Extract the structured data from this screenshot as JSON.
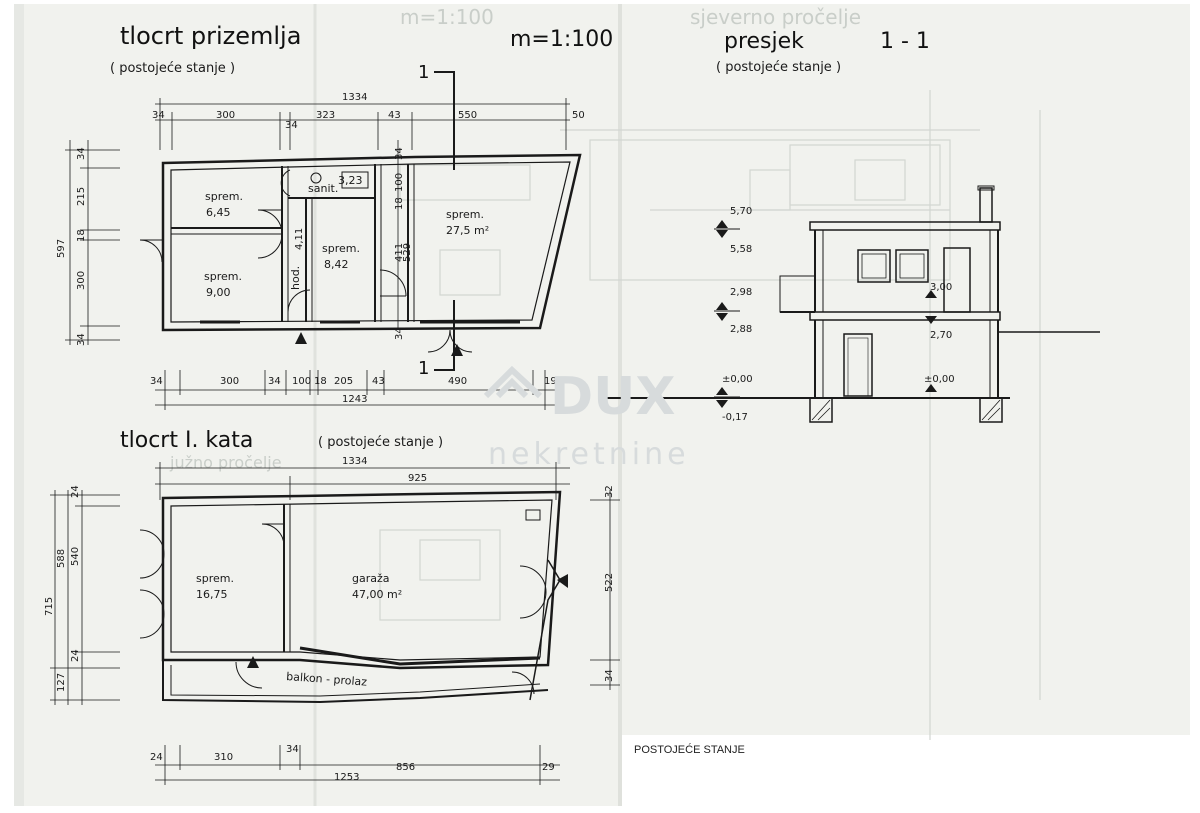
{
  "ground_floor": {
    "title": "tlocrt prizemlja",
    "subtitle": "( postojeće stanje )",
    "scale": "m=1:100",
    "rooms": {
      "sprem_a": {
        "name": "sprem.",
        "area": "6,45"
      },
      "sprem_b": {
        "name": "sprem.",
        "area": "9,00"
      },
      "sprem_c": {
        "name": "sprem.",
        "area": "8,42"
      },
      "sprem_d": {
        "name": "sprem.",
        "area": "27,5 m²"
      },
      "sanit": {
        "name": "sanit.",
        "area": "3,23"
      },
      "hod": "hod."
    },
    "dims_top": {
      "overall": "1334",
      "d1": "34",
      "d2": "300",
      "d3": "34",
      "d4": "323",
      "d5": "43",
      "d6": "550",
      "d7": "50"
    },
    "dims_bottom": {
      "overall": "1243",
      "d1": "34",
      "d2": "300",
      "d3": "34",
      "d4": "100",
      "d5": "18",
      "d6": "205",
      "d7": "43",
      "d8": "490",
      "d9": "19"
    },
    "dims_left": {
      "overall": "597",
      "d1": "34",
      "d2": "215",
      "d3": "18",
      "d4": "300",
      "d5": "34"
    },
    "dims_inner": {
      "a": "4,11",
      "b": "411",
      "c": "529",
      "d": "100",
      "e": "18",
      "f": "34",
      "g": "34"
    },
    "section_marker": "1"
  },
  "first_floor": {
    "title": "tlocrt I. kata",
    "subtitle": "( postojeće stanje )",
    "rooms": {
      "sprem": {
        "name": "sprem.",
        "area": "16,75"
      },
      "garaza": {
        "name": "garaža",
        "area": "47,00 m²"
      },
      "balkon": "balkon - prolaz"
    },
    "dims_top": {
      "overall": "1334",
      "inner": "925"
    },
    "dims_bottom": {
      "overall": "1253",
      "d1": "24",
      "d2": "310",
      "d3": "34",
      "d4": "856",
      "d5": "29"
    },
    "dims_left": {
      "overall": "715",
      "d1": "24",
      "d2": "588",
      "d3": "540",
      "d4": "24",
      "d5": "127"
    },
    "dims_right": {
      "d1": "32",
      "d2": "522",
      "d3": "34"
    }
  },
  "section": {
    "title": "presjek",
    "number": "1 - 1",
    "subtitle": "( postojeće stanje )",
    "levels": {
      "l1": "5,70",
      "l2": "5,58",
      "l3": "2,98",
      "l4": "2,88",
      "l5": "3,00",
      "l6": "2,70",
      "l7": "±0,00",
      "l8": "±0,00",
      "l9": "-0,17"
    }
  },
  "background_ghost": {
    "top_text": "m=1:100",
    "right_text": "sjeverno pročelje",
    "mid_text": "južno pročelje"
  },
  "watermark": {
    "brand": "DUX",
    "tag": "nekretnine"
  },
  "caption": "POSTOJEĆE STANJE",
  "colors": {
    "paper": "#f1f2ee",
    "ink": "#1a1a1a",
    "ghost": "#c9cec9",
    "watermark": "#d7dbdc"
  }
}
